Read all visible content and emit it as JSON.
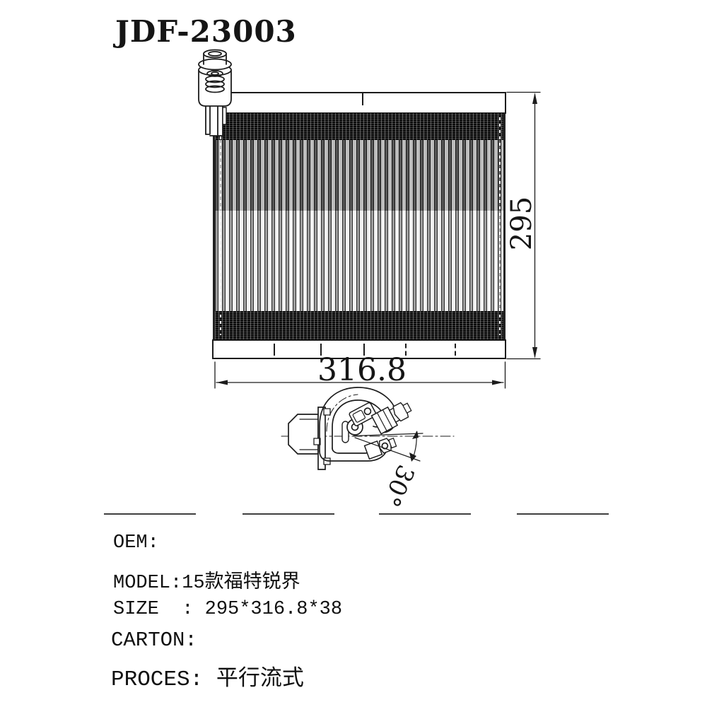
{
  "title": {
    "part_number": "JDF-23003"
  },
  "front_view": {
    "height_label": "295",
    "width_label": "316.8"
  },
  "bottom_view": {
    "angle_label": "30°"
  },
  "spec_panel": {
    "oem": "OEM:",
    "model": "MODEL:15款福特锐界",
    "size": "SIZE  : 295*316.8*38",
    "carton": "CARTON:",
    "proces": "PROCES: 平行流式"
  },
  "colors": {
    "line": "#1c1c1c",
    "background": "#ffffff"
  }
}
